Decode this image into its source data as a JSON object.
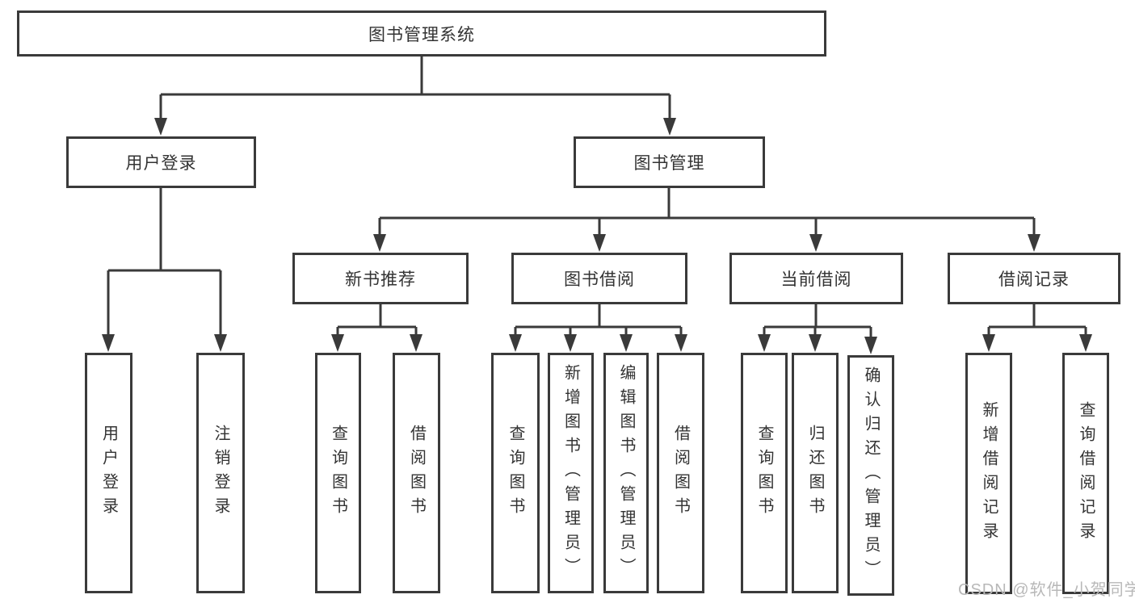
{
  "tree": {
    "root": {
      "label": "图书管理系统"
    },
    "level2": [
      {
        "label": "用户登录"
      },
      {
        "label": "图书管理"
      }
    ],
    "level3": [
      {
        "label": "新书推荐"
      },
      {
        "label": "图书借阅"
      },
      {
        "label": "当前借阅"
      },
      {
        "label": "借阅记录"
      }
    ],
    "leaves": [
      {
        "label": "用户登录"
      },
      {
        "label": "注销登录"
      },
      {
        "label": "查询图书"
      },
      {
        "label": "借阅图书"
      },
      {
        "label": "查询图书"
      },
      {
        "label": "新增图书（管理员）"
      },
      {
        "label": "编辑图书（管理员）"
      },
      {
        "label": "借阅图书"
      },
      {
        "label": "查询图书"
      },
      {
        "label": "归还图书"
      },
      {
        "label": "确认归还（管理员）"
      },
      {
        "label": "新增借阅记录"
      },
      {
        "label": "查询借阅记录"
      }
    ],
    "edges": [
      {
        "from": "图书管理系统",
        "to": [
          "用户登录",
          "图书管理"
        ]
      },
      {
        "from": "用户登录",
        "to": [
          "用户登录",
          "注销登录"
        ]
      },
      {
        "from": "图书管理",
        "to": [
          "新书推荐",
          "图书借阅",
          "当前借阅",
          "借阅记录"
        ]
      },
      {
        "from": "新书推荐",
        "to": [
          "查询图书",
          "借阅图书"
        ]
      },
      {
        "from": "图书借阅",
        "to": [
          "查询图书",
          "新增图书（管理员）",
          "编辑图书（管理员）",
          "借阅图书"
        ]
      },
      {
        "from": "当前借阅",
        "to": [
          "查询图书",
          "归还图书",
          "确认归还（管理员）"
        ]
      },
      {
        "from": "借阅记录",
        "to": [
          "新增借阅记录",
          "查询借阅记录"
        ]
      }
    ]
  },
  "watermark": {
    "text": "CSDN @软件_小贺同学"
  },
  "colors": {
    "line": "#3a3a3a",
    "text": "#333333",
    "box_fill": "#ffffff",
    "background": "#ffffff",
    "watermark": "#b8b8b8"
  }
}
